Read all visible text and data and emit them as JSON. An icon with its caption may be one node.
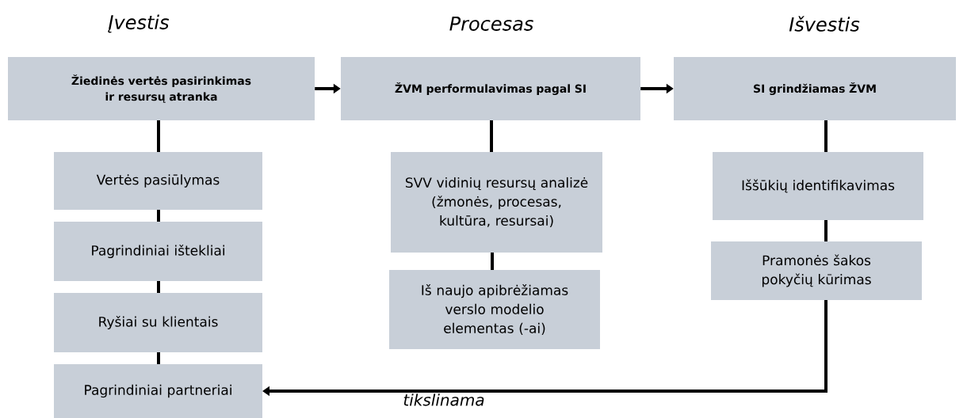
{
  "diagram": {
    "nodes": [
      {
        "text": [
          "Žiedinės vertės pasirinkimas ir resursų atranka"
        ]
      },
      {
        "text": [
          "ŽVM performulavimas pagal SI"
        ]
      },
      {
        "text": [
          "SI grindžiamas ŽVM"
        ]
      },
      {
        "text": [
          "Vertės pasiūlymas"
        ]
      },
      {
        "text": [
          "Pagrindiniai ištekliai"
        ]
      },
      {
        "text": [
          "Ryšiai su klientais"
        ]
      },
      {
        "text": [
          "Pagrindiniai partneriai"
        ]
      },
      {
        "text": [
          "SVV vidinių resursų analizė (žmonės, procesas, kultūra, resursai)"
        ]
      },
      {
        "text": [
          "Iš naujo apibrėžiamas verslo modelio elementas (-ai)"
        ]
      },
      {
        "text": [
          "Iššūkių identifikavimas"
        ]
      },
      {
        "text": [
          "Pramonės šakos pokyčių kūrimas"
        ]
      }
    ],
    "edges": [
      {
        "from": 0,
        "to": 1,
        "arrow": "to"
      },
      {
        "from": 1,
        "to": 2,
        "arrow": "to"
      },
      {
        "from": 0,
        "to": 3,
        "arrow": "none"
      },
      {
        "from": 3,
        "to": 4,
        "arrow": "none"
      },
      {
        "from": 4,
        "to": 5,
        "arrow": "none"
      },
      {
        "from": 5,
        "to": 6,
        "arrow": "none"
      },
      {
        "from": 1,
        "to": 7,
        "arrow": "none"
      },
      {
        "from": 7,
        "to": 8,
        "arrow": "none"
      },
      {
        "from": 2,
        "to": 9,
        "arrow": "none"
      },
      {
        "from": 9,
        "to": 10,
        "arrow": "none"
      },
      {
        "from": 10,
        "to": 6,
        "arrow": "to",
        "label": "tikslinama"
      }
    ],
    "labels": [
      "Įvestis",
      "Procesas",
      "Išvestis"
    ]
  }
}
